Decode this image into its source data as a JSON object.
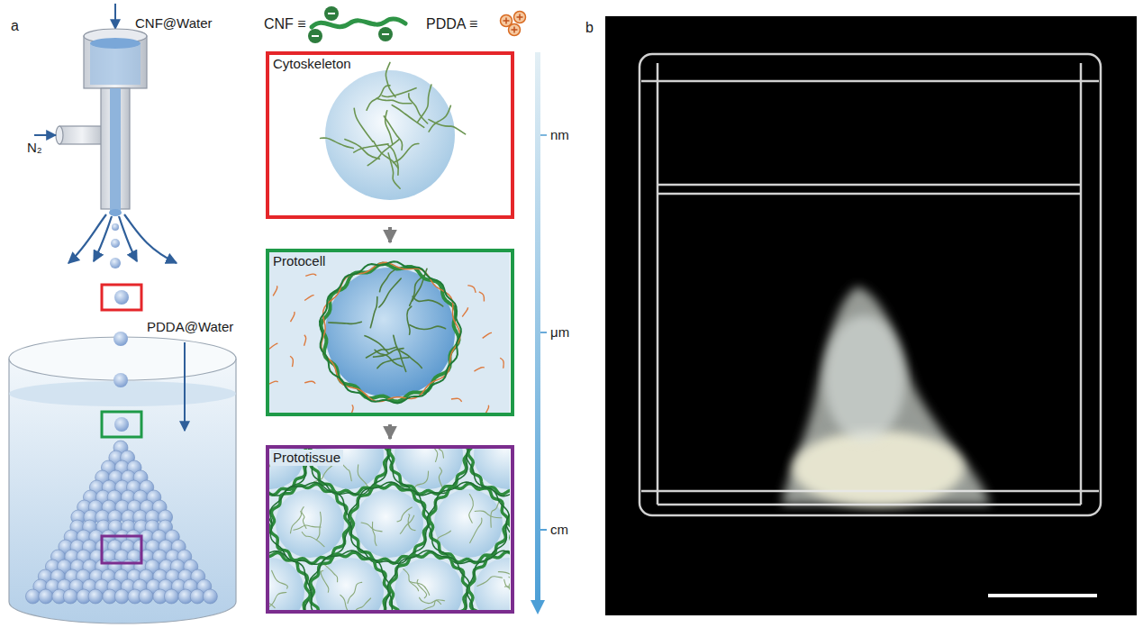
{
  "diagram": {
    "nodes": [
      {
        "text": [
          "Cytoskeleton"
        ]
      },
      {
        "text": [
          "Protocell"
        ]
      },
      {
        "text": [
          "Prototissue"
        ]
      }
    ],
    "edges": [
      {
        "from": 0,
        "to": 1,
        "arrow": "to"
      },
      {
        "from": 1,
        "to": 2,
        "arrow": "to"
      }
    ],
    "labels": [
      "a",
      "CNF@Water",
      "N₂",
      "PDDA@Water",
      "nm",
      "μm",
      "cm",
      "b"
    ],
    "legend": [
      {
        "text": "CNF ≡"
      },
      {
        "text": "PDDA ≡"
      }
    ]
  }
}
